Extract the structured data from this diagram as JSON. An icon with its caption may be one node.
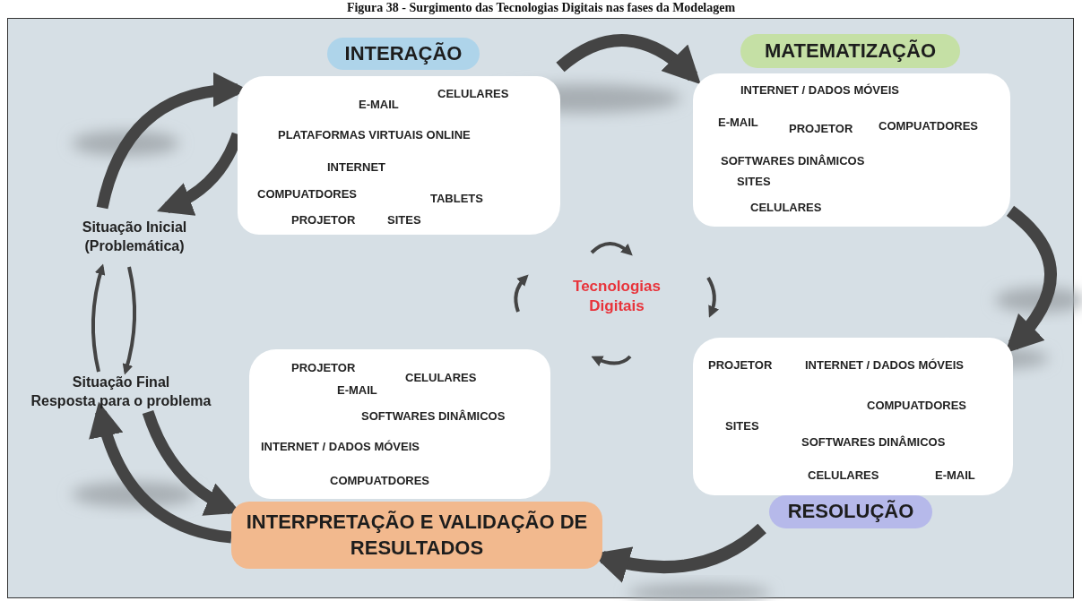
{
  "diagram": {
    "title": "Figura 38 - Surgimento das Tecnologias Digitais nas fases da Modelagem",
    "nodes": [
      {
        "text": [
          "INTERAÇÃO",
          "E-MAIL",
          "CELULARES",
          "PLATAFORMAS VIRTUAIS ONLINE",
          "INTERNET",
          "COMPUATDORES",
          "TABLETS",
          "PROJETOR",
          "SITES"
        ]
      },
      {
        "text": [
          "MATEMATIZAÇÃO",
          "INTERNET / DADOS MÓVEIS",
          "E-MAIL",
          "PROJETOR",
          "COMPUATDORES",
          "SOFTWARES DINÂMICOS",
          "SITES",
          "CELULARES"
        ]
      },
      {
        "text": [
          "PROJETOR",
          "INTERNET / DADOS MÓVEIS",
          "COMPUATDORES",
          "SITES",
          "SOFTWARES DINÂMICOS",
          "CELULARES",
          "E-MAIL",
          "RESOLUÇÃO"
        ]
      },
      {
        "text": [
          "PROJETOR",
          "CELULARES",
          "E-MAIL",
          "SOFTWARES DINÂMICOS",
          "INTERNET / DADOS MÓVEIS",
          "COMPUATDORES",
          "INTERPRETAÇÃO E VALIDAÇÃO DE RESULTADOS"
        ]
      },
      {
        "text": [
          "Tecnologias Digitais"
        ]
      },
      {
        "text": [
          "Situação Inicial (Problemática)"
        ]
      },
      {
        "text": [
          "Situação Final",
          "Resposta para o problema"
        ]
      }
    ],
    "edges": [
      {
        "from": 0,
        "to": 1,
        "arrow": "to"
      },
      {
        "from": 1,
        "to": 2,
        "arrow": "to"
      },
      {
        "from": 2,
        "to": 3,
        "arrow": "to"
      },
      {
        "from": 6,
        "to": 3,
        "arrow": "to"
      },
      {
        "from": 3,
        "to": 6,
        "arrow": "to"
      },
      {
        "from": 0,
        "to": 5,
        "arrow": "to"
      },
      {
        "from": 5,
        "to": 0,
        "arrow": "to"
      },
      {
        "from": 5,
        "to": 6,
        "arrow": "to"
      },
      {
        "from": 6,
        "to": 5,
        "arrow": "to"
      }
    ]
  }
}
